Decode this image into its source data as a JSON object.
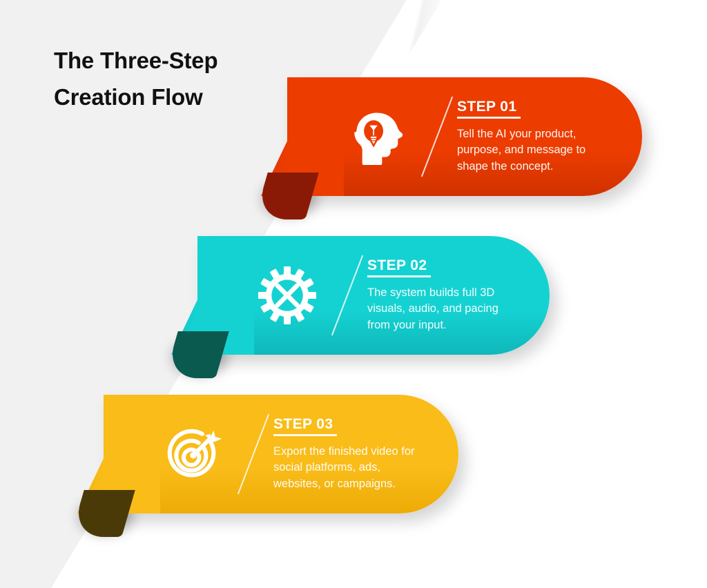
{
  "page": {
    "title": "The Three-Step\nCreation Flow",
    "background": {
      "left_color": "#f1f1f1",
      "right_color": "#ffffff"
    }
  },
  "steps": [
    {
      "id": "step-1",
      "heading": "STEP 01",
      "heading_label": "STEP",
      "heading_number": "01",
      "description": "Tell the AI your product,\npurpose, and message to\nshape the concept.",
      "icon": "head-lightbulb-icon",
      "color": "#ec3c00",
      "color_dark": "#d03200",
      "fold_color": "#8a1a06"
    },
    {
      "id": "step-2",
      "heading": "STEP 02",
      "heading_label": "STEP",
      "heading_number": "02",
      "description": "The system builds full 3D\nvisuals, audio, and pacing\nfrom your input.",
      "icon": "gear-icon",
      "color": "#15d2d2",
      "color_dark": "#0fb8bb",
      "fold_color": "#0a5a50"
    },
    {
      "id": "step-3",
      "heading": "STEP 03",
      "heading_label": "STEP",
      "heading_number": "03",
      "description": "Export the finished video for\nsocial platforms, ads,\nwebsites, or campaigns.",
      "icon": "target-arrow-icon",
      "color": "#f9bc18",
      "color_dark": "#eeab06",
      "fold_color": "#4a3a08"
    }
  ]
}
